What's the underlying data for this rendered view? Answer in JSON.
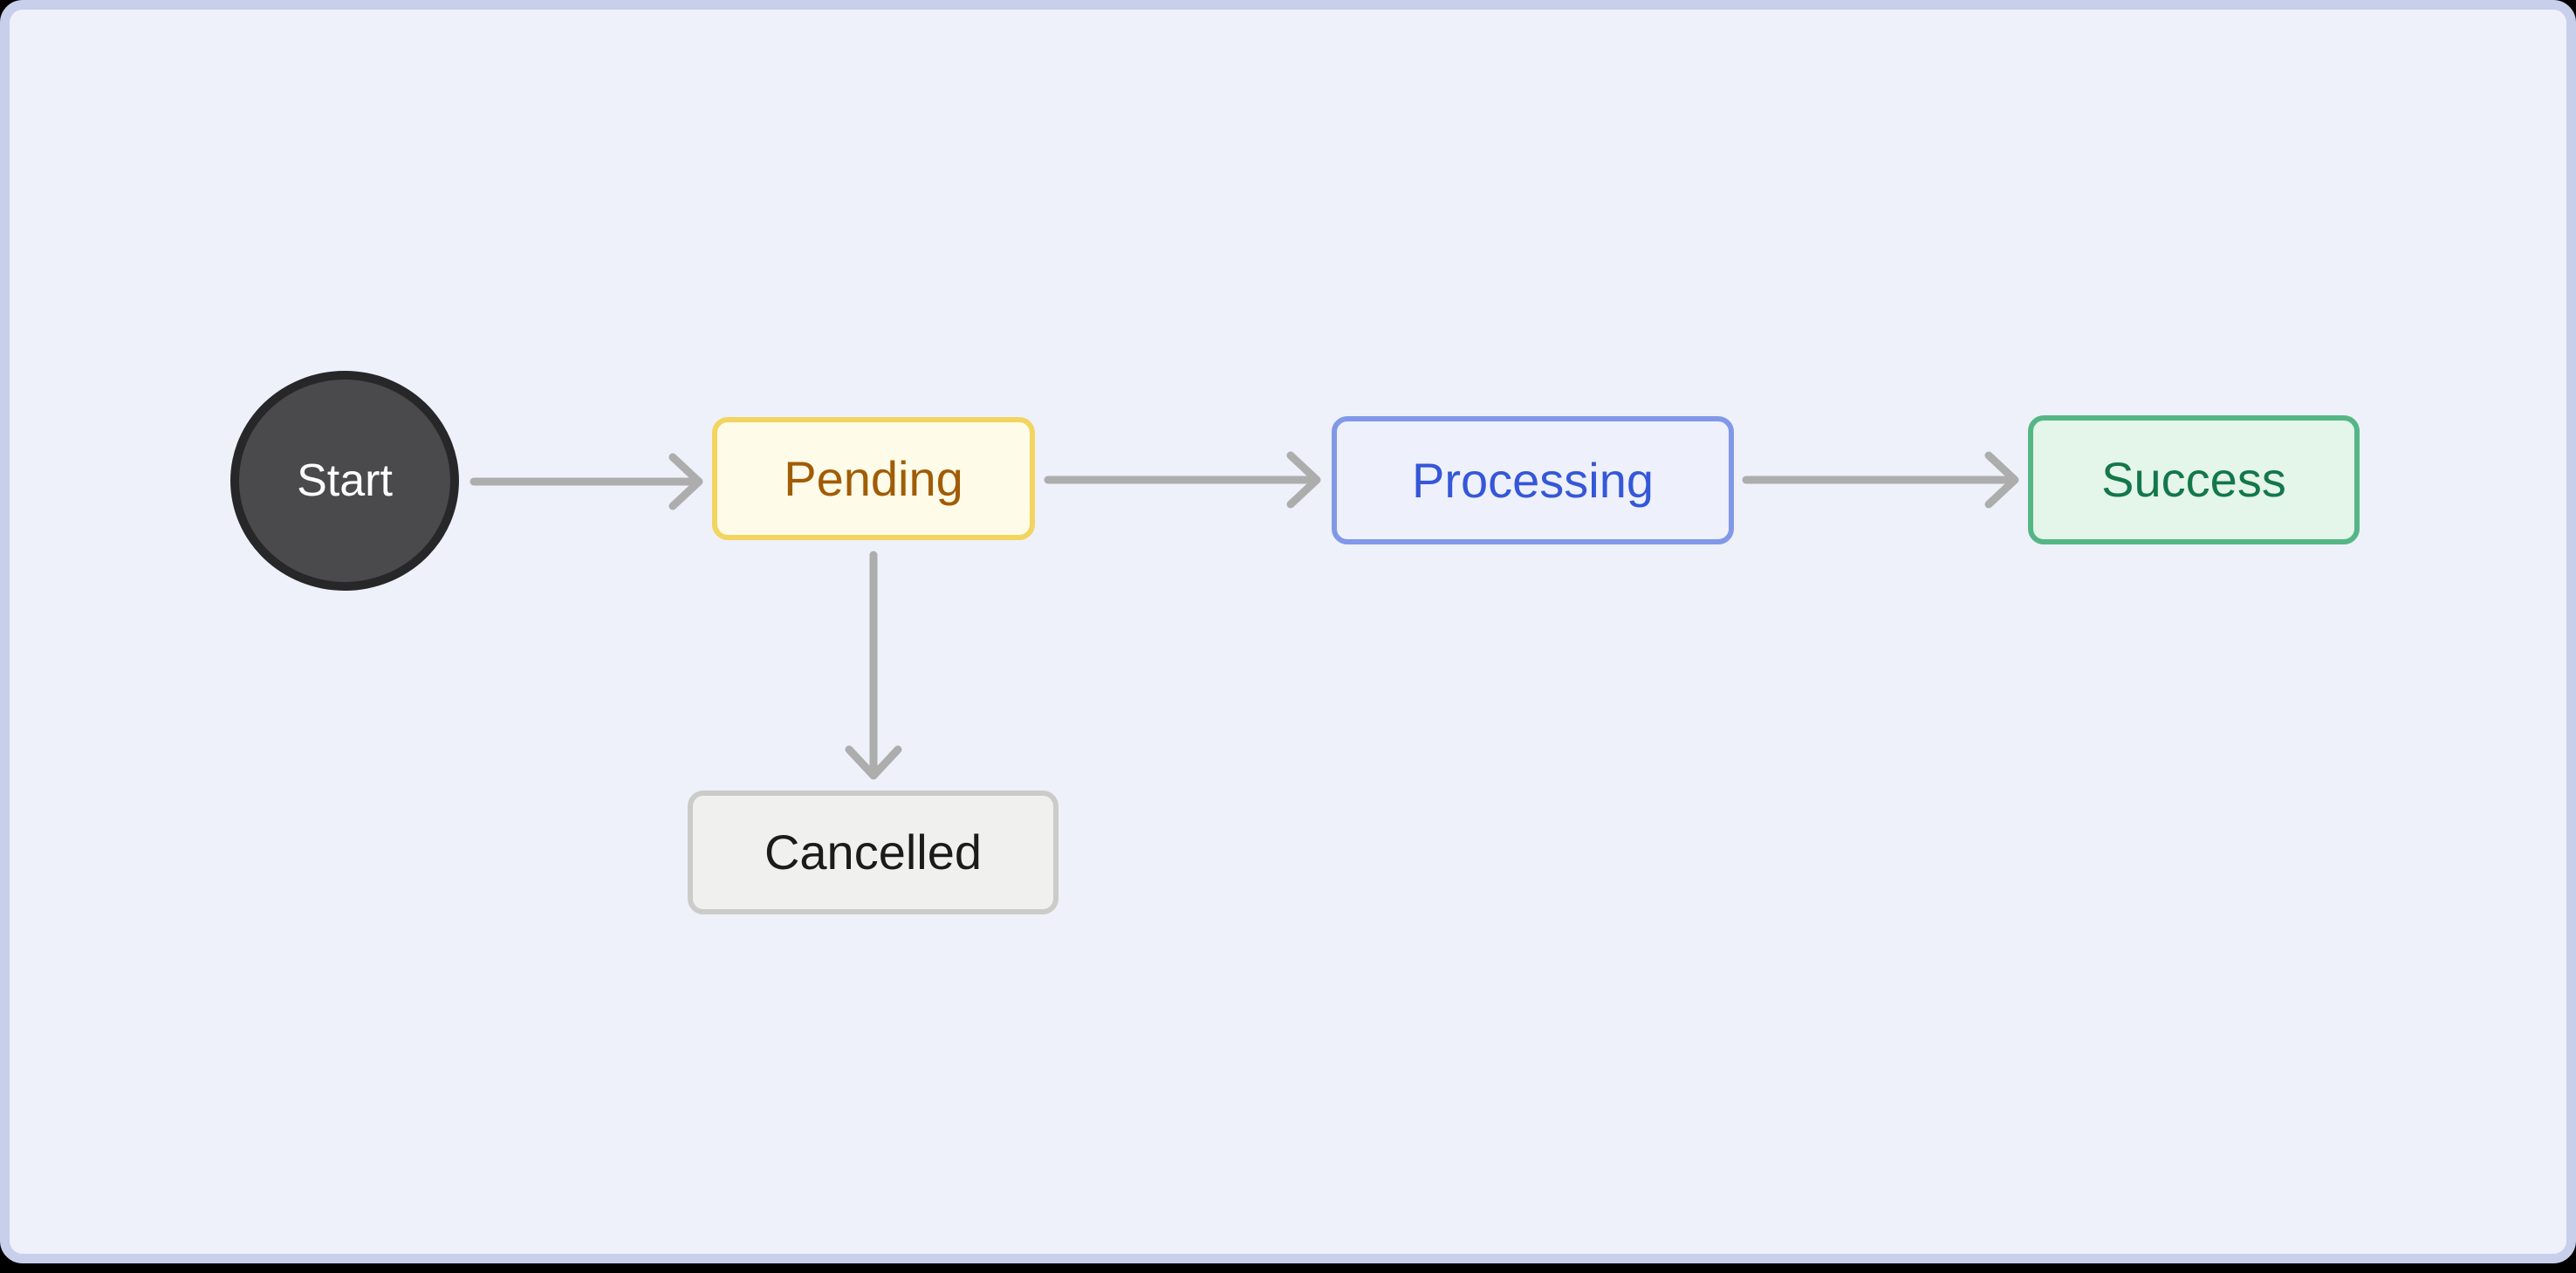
{
  "diagram": {
    "type": "state-flow-diagram",
    "title": "",
    "background_color": "#eef1fa",
    "border_color": "#c7cfeb",
    "edge_color": "#adadad",
    "nodes": [
      {
        "id": "start",
        "label": "Start",
        "shape": "circle",
        "fill": "#4a4a4c",
        "border": "#272729",
        "text_color": "#ffffff"
      },
      {
        "id": "pending",
        "label": "Pending",
        "shape": "rounded-rect",
        "fill": "#fefce8",
        "border": "#f2d45f",
        "text_color": "#a15c07"
      },
      {
        "id": "processing",
        "label": "Processing",
        "shape": "rounded-rect",
        "fill": "#eef1fc",
        "border": "#8198e8",
        "text_color": "#3557d8"
      },
      {
        "id": "success",
        "label": "Success",
        "shape": "rounded-rect",
        "fill": "#e4f5e9",
        "border": "#55b685",
        "text_color": "#13774a"
      },
      {
        "id": "cancelled",
        "label": "Cancelled",
        "shape": "rounded-rect",
        "fill": "#f0f0ee",
        "border": "#cbcbc9",
        "text_color": "#1b1b1b"
      }
    ],
    "edges": [
      {
        "id": "start-pending",
        "from": "Start",
        "to": "Pending",
        "label": "",
        "direction": "right"
      },
      {
        "id": "pending-processing",
        "from": "Pending",
        "to": "Processing",
        "label": "",
        "direction": "right"
      },
      {
        "id": "processing-success",
        "from": "Processing",
        "to": "Success",
        "label": "",
        "direction": "right"
      },
      {
        "id": "pending-cancelled",
        "from": "Pending",
        "to": "Cancelled",
        "label": "",
        "direction": "down"
      }
    ]
  }
}
